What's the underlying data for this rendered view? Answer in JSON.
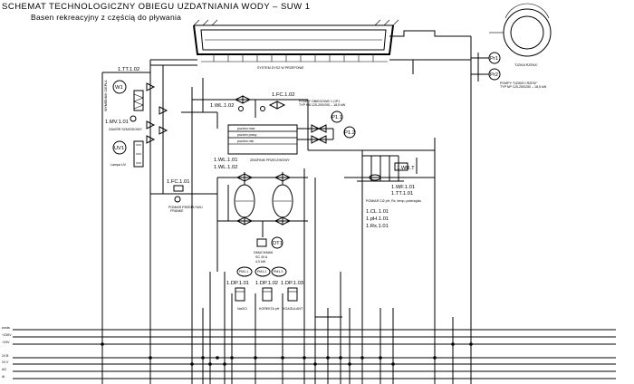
{
  "header": {
    "title": "SCHEMAT TECHNOLOGICZNY OBIEGU UZDATNIANIA WODY – SUW 1",
    "subtitle": "Basen rekreacyjny z częścią do pływania"
  },
  "top": {
    "system_label": "SYSTEM DYSZ W PRZEPONIE",
    "pool_label": "\"DZIKA RZEKA\"",
    "pumps_label": "POMPY \"DZIKIEJ RZEKI\"",
    "pumps_sub": "TYP NP 125-250/250 – 18,5 kW",
    "pump_1": "Pr1",
    "pump_2": "Pr2"
  },
  "left": {
    "tt_tag": "1.TT.1.02",
    "w1": "W1",
    "mv_tag": "1.MV.1.01",
    "mixer_label": "ZAWÓR SZMIODOWY",
    "uv1": "UV1",
    "uv_label": "Lampa UV",
    "overflow_label": "WYMIENNIK CIEPŁA",
    "fc_tag": "1.FC.1.01",
    "meter_label": "POMIAR PRZEPŁYWU"
  },
  "middle": {
    "wl_tag": "1.WL.1.02",
    "fc2_tag": "1.FC.1.02",
    "pumps_filter": "POMPY OBIEGOWE 1.1/P1",
    "pumps_filter_sub": "TYP NB 125-200/200 – 18,5 kW",
    "p11": "P1.1",
    "p12": "P1.2",
    "tank_label": "ZBIORNIK PRZELEWOWY",
    "tank_rows": [
      "poziom max",
      "poziom pracy",
      "poziom min"
    ],
    "wl1_tag": "1.WL.1.01",
    "wl2_tag": "1.WL.1.02",
    "dt1": "DT1",
    "blower_label": "DMUCHAWA",
    "blower_sub": "SC 40 A",
    "blower_kw": "4,0 kW"
  },
  "right": {
    "wr_tag": "1.WR.T",
    "wf_tag": "1.WF.1.01",
    "tt2_tag": "1.TT.1.01",
    "sample_label": "POMIAR Cl2 pH, Rx, temp.,potencjału",
    "cl_tag": "1.CL.1.01",
    "ph_tag": "1.pH.1.01",
    "rx_tag": "1.Rx.1.01"
  },
  "dosing": {
    "pumps": [
      {
        "id": "PM1.1",
        "tag": "1.DP.1.01",
        "label": "NaOCl"
      },
      {
        "id": "PM1.2",
        "tag": "1.DP.1.02",
        "label": "KOREKTA pH"
      },
      {
        "id": "PM1.3",
        "tag": "1.DP.1.03",
        "label": "KOAGULANT"
      }
    ]
  },
  "legend": {
    "lines": [
      "woda",
      "+230V",
      "+24V",
      "24 B",
      "24 V",
      "AO",
      "AI"
    ]
  }
}
